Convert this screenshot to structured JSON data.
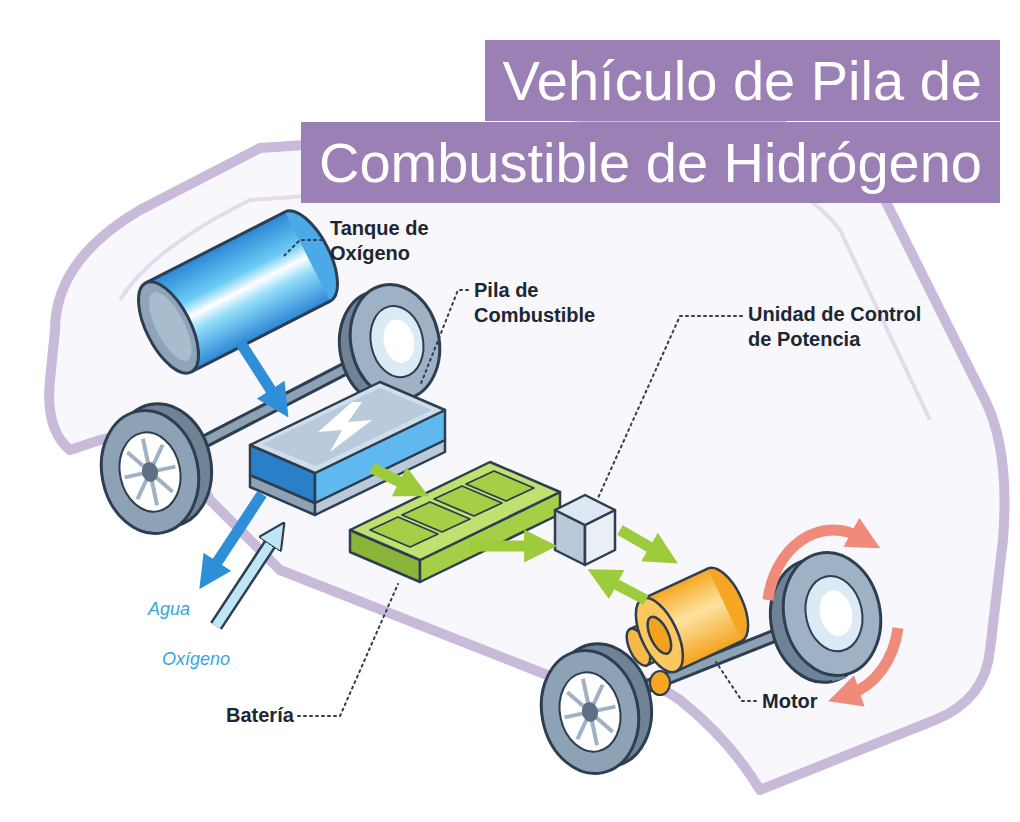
{
  "diagram": {
    "title": "Vehículo de Pila de Combustible de Hidrógeno",
    "labels": [
      "Tanque de Oxígeno",
      "Pila de Combustible",
      "Unidad de Control de Potencia",
      "Agua",
      "Oxígeno",
      "Batería",
      "Motor"
    ]
  }
}
